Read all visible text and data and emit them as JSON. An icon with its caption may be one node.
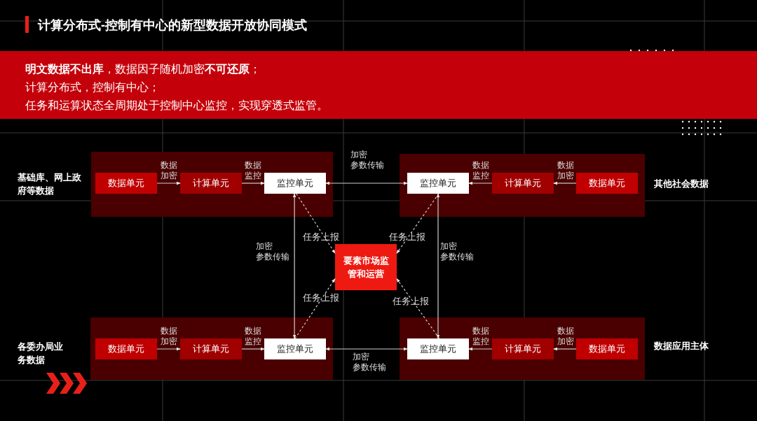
{
  "diagram": {
    "title": "计算分布式-控制有中心的新型数据开放协同模式",
    "nodes": [
      {
        "text": [],
        "shape": "box"
      },
      {
        "text": [
          "数据单元"
        ],
        "in": 0
      },
      {
        "text": [
          "计算单元"
        ],
        "in": 0
      },
      {
        "text": [
          "监控单元"
        ],
        "in": 0
      },
      {
        "text": [],
        "shape": "box"
      },
      {
        "text": [
          "监控单元"
        ],
        "in": 4
      },
      {
        "text": [
          "计算单元"
        ],
        "in": 4
      },
      {
        "text": [
          "数据单元"
        ],
        "in": 4
      },
      {
        "text": [
          "要素市场监管和运营"
        ]
      },
      {
        "text": [],
        "shape": "box"
      },
      {
        "text": [
          "数据单元"
        ],
        "in": 9
      },
      {
        "text": [
          "计算单元"
        ],
        "in": 9
      },
      {
        "text": [
          "监控单元"
        ],
        "in": 9
      },
      {
        "text": [],
        "shape": "box"
      },
      {
        "text": [
          "监控单元"
        ],
        "in": 13
      },
      {
        "text": [
          "计算单元"
        ],
        "in": 13
      },
      {
        "text": [
          "数据单元"
        ],
        "in": 13
      }
    ],
    "edges": [
      {
        "from": 1,
        "to": 2,
        "arrow": "to",
        "label": "数据加密"
      },
      {
        "from": 2,
        "to": 3,
        "arrow": "to",
        "label": "数据监控"
      },
      {
        "from": 3,
        "to": 5,
        "arrow": "both",
        "label": "加密参数传输"
      },
      {
        "from": 7,
        "to": 6,
        "arrow": "to",
        "label": "数据加密"
      },
      {
        "from": 6,
        "to": 5,
        "arrow": "to",
        "label": "数据监控"
      },
      {
        "from": 3,
        "to": 12,
        "arrow": "both",
        "label": "加密参数传输"
      },
      {
        "from": 5,
        "to": 14,
        "arrow": "both",
        "label": "加密参数传输"
      },
      {
        "from": 3,
        "to": 8,
        "arrow": "to",
        "label": "任务上报",
        "style": "dashed"
      },
      {
        "from": 5,
        "to": 8,
        "arrow": "to",
        "label": "任务上报",
        "style": "dashed"
      },
      {
        "from": 12,
        "to": 8,
        "arrow": "to",
        "label": "任务上报",
        "style": "dashed"
      },
      {
        "from": 14,
        "to": 8,
        "arrow": "to",
        "label": "任务上报",
        "style": "dashed"
      },
      {
        "from": 10,
        "to": 11,
        "arrow": "to",
        "label": "数据加密"
      },
      {
        "from": 11,
        "to": 12,
        "arrow": "to",
        "label": "数据监控"
      },
      {
        "from": 12,
        "to": 14,
        "arrow": "both",
        "label": "加密参数传输"
      },
      {
        "from": 16,
        "to": 15,
        "arrow": "to",
        "label": "数据加密"
      },
      {
        "from": 15,
        "to": 14,
        "arrow": "to",
        "label": "数据监控"
      }
    ],
    "labels": [
      "**明文数据不出库**，数据因子随机加密**不可还原**；",
      "计算分布式，控制有中心；",
      "任务和运算状态全周期处于控制中心监控，实现穿透式监管。",
      "基础库、网上政府等数据",
      "其他社会数据",
      "各委办局业务数据",
      "数据应用主体"
    ]
  }
}
